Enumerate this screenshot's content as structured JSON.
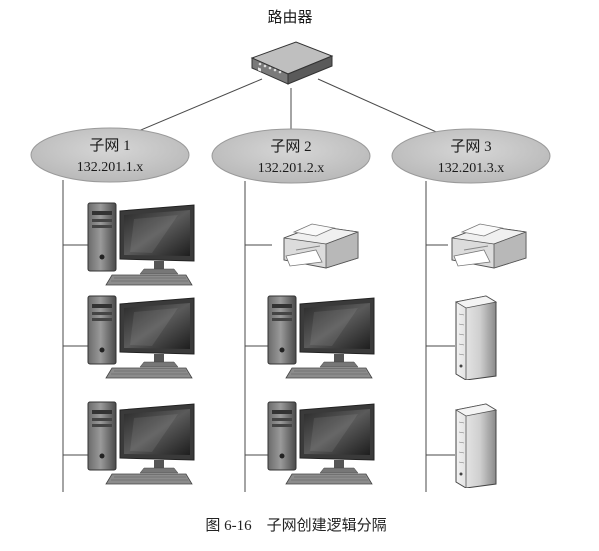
{
  "router": {
    "label": "路由器",
    "icon": "router-icon"
  },
  "subnets": [
    {
      "title": "子网 1",
      "address": "132.201.1.x",
      "devices": [
        "desktop-computer-icon",
        "desktop-computer-icon",
        "desktop-computer-icon"
      ]
    },
    {
      "title": "子网 2",
      "address": "132.201.2.x",
      "devices": [
        "printer-icon",
        "desktop-computer-icon",
        "desktop-computer-icon"
      ]
    },
    {
      "title": "子网 3",
      "address": "132.201.3.x",
      "devices": [
        "printer-icon",
        "server-tower-icon",
        "server-tower-icon"
      ]
    }
  ],
  "caption": "图 6-16　子网创建逻辑分隔",
  "colors": {
    "line": "#4a4a4a",
    "ellipse": "#c4c4c4",
    "ink": "#1a1a1a"
  }
}
